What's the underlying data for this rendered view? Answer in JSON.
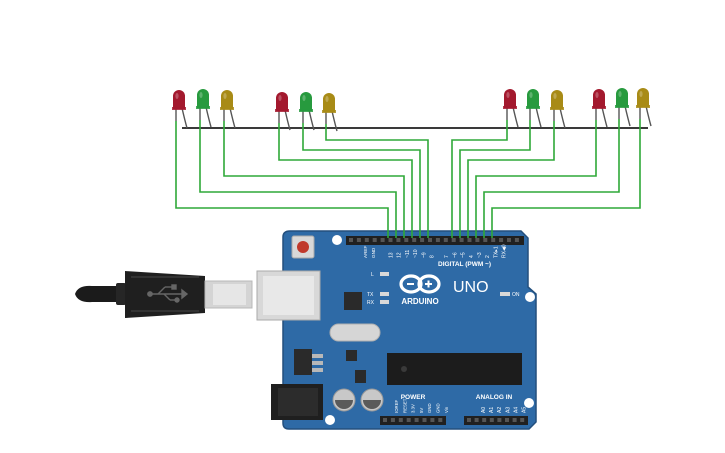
{
  "board": {
    "brand": "ARDUINO",
    "model": "UNO",
    "digital_header_label": "DIGITAL (PWM ~)",
    "digital_pins": [
      "13",
      "12",
      "~11",
      "~10",
      "~9",
      "8",
      "7",
      "~6",
      "~5",
      "4",
      "~3",
      "2",
      "TX▸1",
      "RX◀0"
    ],
    "left_header_pins": [
      "AREF",
      "GND"
    ],
    "led_labels": {
      "l": "L",
      "tx": "TX",
      "rx": "RX",
      "on": "ON"
    },
    "power_label": "POWER",
    "power_pins": [
      "IOREF",
      "RESET",
      "3.3V",
      "5V",
      "GND",
      "GND",
      "Vin"
    ],
    "analog_label": "ANALOG IN",
    "analog_pins": [
      "A0",
      "A1",
      "A2",
      "A3",
      "A4",
      "A5"
    ]
  },
  "led_groups": [
    {
      "leds": [
        {
          "color": "red"
        },
        {
          "color": "green"
        },
        {
          "color": "yellow"
        }
      ]
    },
    {
      "leds": [
        {
          "color": "red"
        },
        {
          "color": "green"
        },
        {
          "color": "yellow"
        }
      ]
    },
    {
      "leds": [
        {
          "color": "red"
        },
        {
          "color": "green"
        },
        {
          "color": "yellow"
        }
      ]
    },
    {
      "leds": [
        {
          "color": "red"
        },
        {
          "color": "green"
        },
        {
          "color": "yellow"
        }
      ]
    }
  ],
  "colors": {
    "board": "#2e6aa6",
    "board_edge": "#234f7d",
    "wire_signal": "#2fa838",
    "wire_ground": "#3a3a3a",
    "led_red": "#a3192e",
    "led_green": "#279a3e",
    "led_yellow": "#a88b16"
  }
}
